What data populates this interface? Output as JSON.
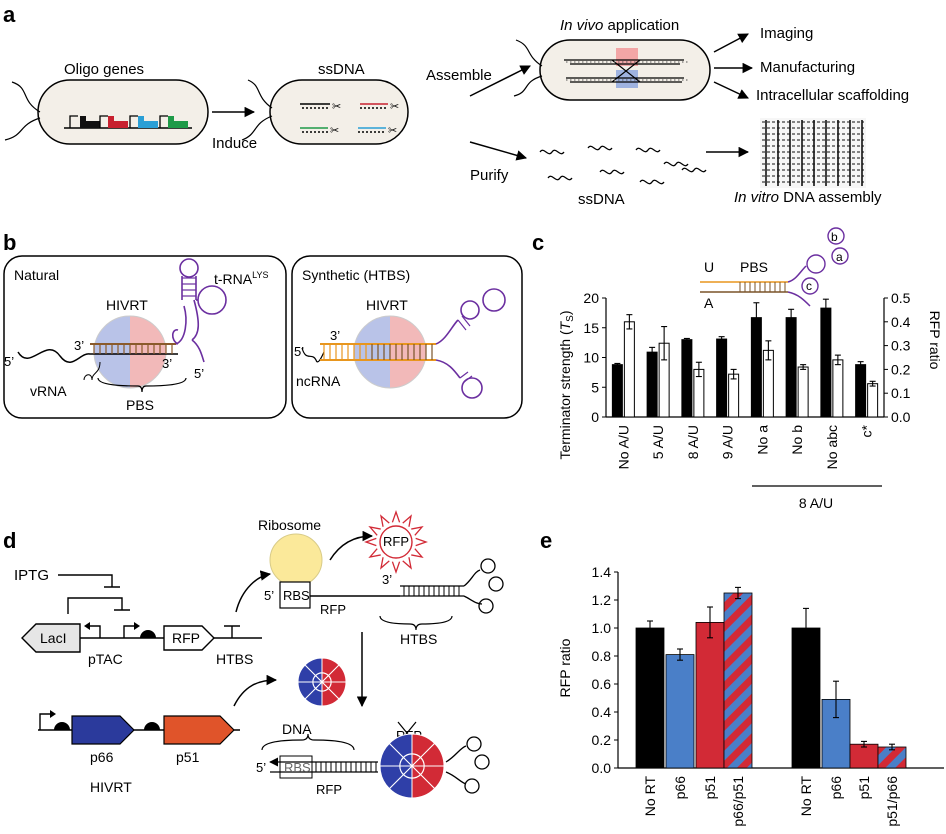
{
  "panel_labels": {
    "a": "a",
    "b": "b",
    "c": "c",
    "d": "d",
    "e": "e"
  },
  "panel_a": {
    "oligo_genes": "Oligo genes",
    "induce": "Induce",
    "ssdna_cell": "ssDNA",
    "assemble": "Assemble",
    "in_vivo_italic": "In vivo",
    "in_vivo_rest": " application",
    "imaging": "Imaging",
    "manufacturing": "Manufacturing",
    "scaffolding": "Intracellular scaffolding",
    "purify": "Purify",
    "ssdna_free": "ssDNA",
    "in_vitro_italic": "In vitro",
    "in_vitro_rest": " DNA assembly",
    "gene_colors": [
      "#111111",
      "#c8202f",
      "#2a9fd6",
      "#1e9a48"
    ]
  },
  "panel_b": {
    "natural": "Natural",
    "trna": "t-RNA",
    "trna_sup": "LYS",
    "hivrt1": "HIVRT",
    "three_prime_a": "3’",
    "three_prime_b": "3’",
    "five_prime_a": "5’",
    "five_prime_b": "5’",
    "vrna": "vRNA",
    "pbs": "PBS",
    "synthetic": "Synthetic (HTBS)",
    "hivrt2": "HIVRT",
    "three_prime_c": "3’",
    "five_prime_c": "5’",
    "ncrna": "ncRNA"
  },
  "panel_c": {
    "inset": {
      "u": "U",
      "pbs": "PBS",
      "a_base": "A",
      "b": "b",
      "c": "c",
      "a": "a"
    },
    "ylabel_left": "Terminator strength (",
    "ylabel_t": "T",
    "ylabel_sub": "S",
    "ylabel_end": ")",
    "ylabel_right": "RFP ratio",
    "bracket_label": "8 A/U"
  },
  "panel_d": {
    "iptg": "IPTG",
    "laci": "LacI",
    "ptac": "pTAC",
    "rfp_gene": "RFP",
    "htbs_gene": "HTBS",
    "ribosome": "Ribosome",
    "rfp_sun": "RFP",
    "five_prime_rbs": "5’",
    "rbs": "RBS",
    "rfp_mrna": "RFP",
    "three_prime": "3’",
    "htbs": "HTBS",
    "p66": "p66",
    "p51": "p51",
    "hivrt": "HIVRT",
    "dna": "DNA",
    "rfp_crossed": "RFP",
    "five_prime_bottom": "5’",
    "rbs_bottom": "RBS",
    "rfp_bottom": "RFP",
    "colors": {
      "p66": "#2b3a9c",
      "p51": "#e0542a"
    }
  },
  "chart_data": [
    {
      "type": "bar",
      "panel": "c",
      "categories": [
        "No A/U",
        "5 A/U",
        "8 A/U",
        "9 A/U",
        "No a",
        "No b",
        "No abc",
        "c*"
      ],
      "series": [
        {
          "values": [
            8.8,
            10.9,
            13.0,
            13.1,
            16.7,
            16.7,
            18.3,
            8.8
          ],
          "errors": [
            0.2,
            0.8,
            0.2,
            0.4,
            2.5,
            1.4,
            1.5,
            0.5
          ],
          "fill": "#000000"
        },
        {
          "values": [
            0.4,
            0.31,
            0.2,
            0.18,
            0.28,
            0.21,
            0.24,
            0.14
          ],
          "errors": [
            0.03,
            0.07,
            0.03,
            0.02,
            0.04,
            0.01,
            0.02,
            0.01
          ],
          "fill": "#ffffff"
        }
      ],
      "ylim_left": [
        0,
        20
      ],
      "yticks_left": [
        "0",
        "5",
        "10",
        "15",
        "20"
      ],
      "ylim_right": [
        0,
        0.5
      ],
      "yticks_right": [
        "0.0",
        "0.1",
        "0.2",
        "0.3",
        "0.4",
        "0.5"
      ]
    },
    {
      "type": "bar",
      "panel": "e",
      "categories": [
        "No RT",
        "p66",
        "p51",
        "p66/p51",
        "No RT",
        "p66",
        "p51",
        "p51/p66"
      ],
      "values": [
        1.0,
        0.81,
        1.04,
        1.25,
        1.0,
        0.49,
        0.17,
        0.15
      ],
      "errors": [
        0.05,
        0.04,
        0.11,
        0.04,
        0.14,
        0.13,
        0.02,
        0.02
      ],
      "fills": [
        "#000000",
        "#4a7fc8",
        "#d22a36",
        "striped",
        "#000000",
        "#4a7fc8",
        "#d22a36",
        "striped"
      ],
      "stripe_colors": [
        "#4a7fc8",
        "#d22a36"
      ],
      "ylabel": "RFP ratio",
      "ylim": [
        0,
        1.4
      ],
      "yticks": [
        "0.0",
        "0.2",
        "0.4",
        "0.6",
        "0.8",
        "1.0",
        "1.2",
        "1.4"
      ]
    }
  ]
}
